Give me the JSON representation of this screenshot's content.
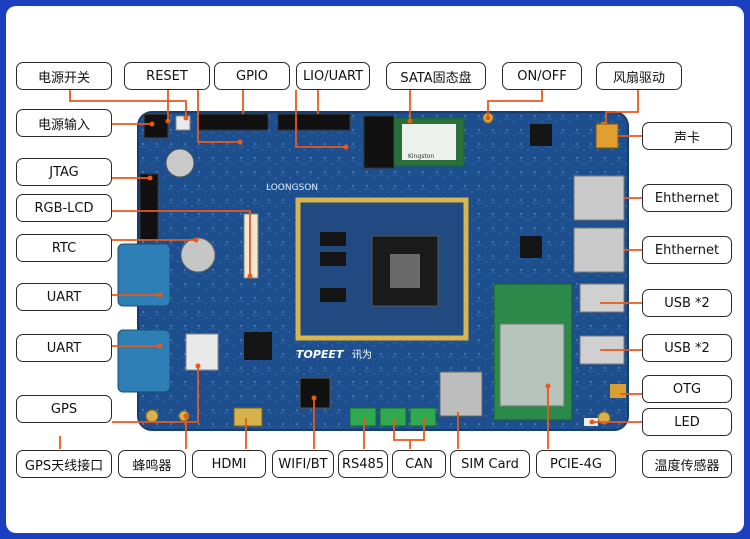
{
  "labels": {
    "power_switch": "电源开关",
    "reset": "RESET",
    "gpio": "GPIO",
    "lio_uart": "LIO/UART",
    "sata": "SATA固态盘",
    "on_off": "ON/OFF",
    "fan_drive": "风扇驱动",
    "power_input": "电源输入",
    "jtag": "JTAG",
    "rgb_lcd": "RGB-LCD",
    "rtc": "RTC",
    "uart1": "UART",
    "uart2": "UART",
    "gps": "GPS",
    "sound_card": "声卡",
    "ethernet1": "Ehthernet",
    "ethernet2": "Ehthernet",
    "usb1": "USB *2",
    "usb2": "USB *2",
    "otg": "OTG",
    "led": "LED",
    "gps_antenna": "GPS天线接口",
    "buzzer": "蜂鸣器",
    "hdmi": "HDMI",
    "wifi_bt": "WIFI/BT",
    "rs485": "RS485",
    "can": "CAN",
    "sim_card": "SIM Card",
    "pcie_4g": "PCIE-4G",
    "temp_sensor": "温度传感器"
  },
  "board": {
    "brand": "LOONGSON",
    "maker": "TOPEET",
    "maker_cn": "讯为",
    "ssd_brand": "Kingston"
  },
  "colors": {
    "frame": "#1c3fbf",
    "board": "#1d4f8f",
    "leader": "#e8591a",
    "label_border": "#2a2a2a"
  }
}
